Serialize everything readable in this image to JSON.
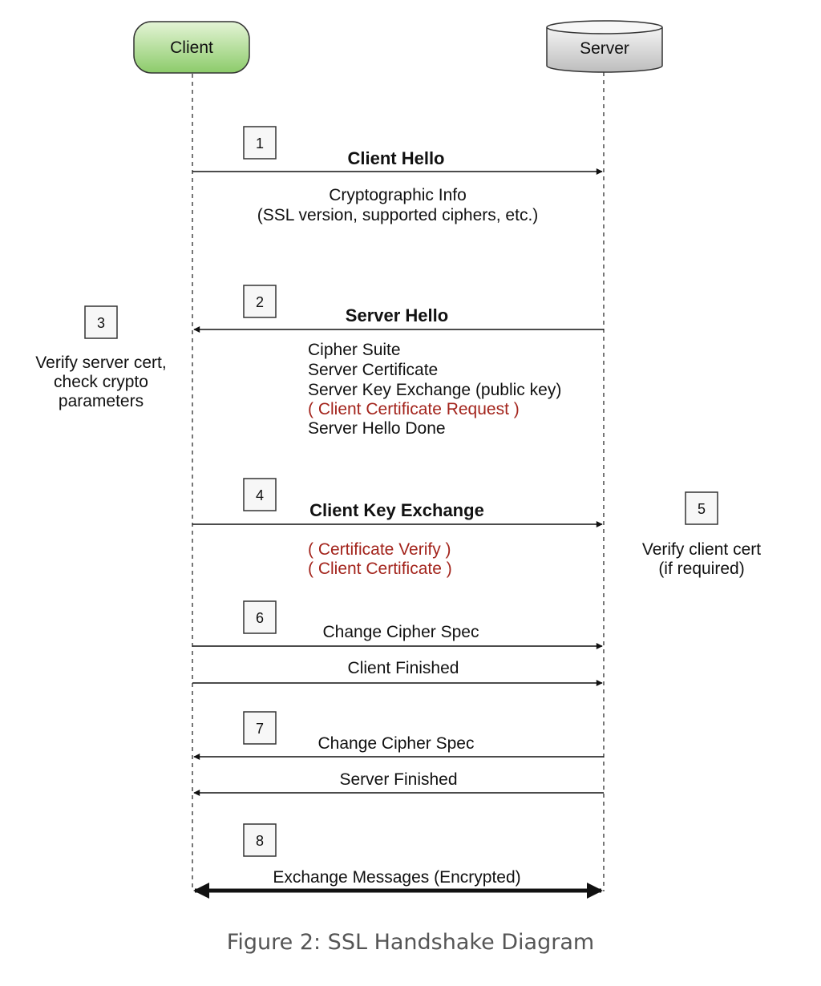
{
  "actors": {
    "client": "Client",
    "server": "Server"
  },
  "steps": [
    {
      "number": "1",
      "message": "Client Hello",
      "notes": [
        "Cryptographic Info",
        "(SSL version, supported ciphers, etc.)"
      ]
    },
    {
      "number": "2",
      "message": "Server Hello",
      "notes": [
        "Cipher Suite",
        "Server Certificate",
        "Server Key Exchange (public key)",
        "( Client Certificate Request )",
        "Server Hello Done"
      ]
    },
    {
      "number": "3",
      "notes": [
        "Verify server cert,",
        "check crypto",
        "parameters"
      ]
    },
    {
      "number": "4",
      "message": "Client Key Exchange",
      "notes": [
        "( Certificate Verify )",
        "( Client Certificate )"
      ]
    },
    {
      "number": "5",
      "notes": [
        "Verify client cert",
        "(if required)"
      ]
    },
    {
      "number": "6",
      "messages": [
        "Change Cipher Spec",
        "Client Finished"
      ]
    },
    {
      "number": "7",
      "messages": [
        "Change Cipher Spec",
        "Server Finished"
      ]
    },
    {
      "number": "8",
      "message": "Exchange Messages (Encrypted)"
    }
  ],
  "colors": {
    "client_fill": "#a9d88b",
    "server_fill": "#dcdcdc",
    "optional_text": "#a3241c",
    "caption": "#555555"
  },
  "caption": "Figure 2: SSL Handshake Diagram"
}
